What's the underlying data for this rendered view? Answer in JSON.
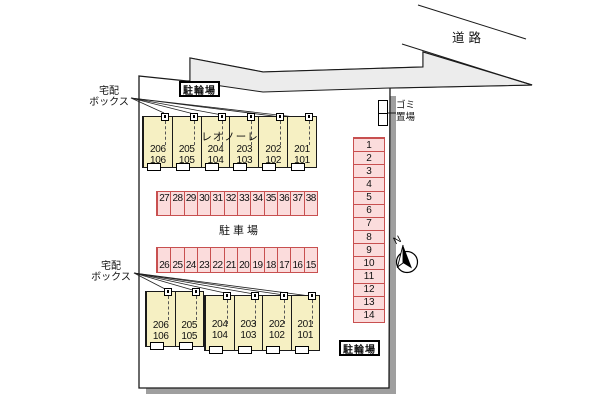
{
  "map": {
    "road_label": "道路",
    "bicycle_parking_top": "駐輪場",
    "bicycle_parking_bottom": "駐輪場",
    "trash_area": {
      "line1": "ゴミ",
      "line2": "置場"
    },
    "delivery_box_top": {
      "line1": "宅配",
      "line2": "ボックス"
    },
    "delivery_box_bottom": {
      "line1": "宅配",
      "line2": "ボックス"
    },
    "building_name": "レオノーレ",
    "parking_area_label": "駐車場",
    "compass": {
      "north": "N"
    },
    "top_building_units": [
      {
        "upper": "206",
        "lower": "106"
      },
      {
        "upper": "205",
        "lower": "105"
      },
      {
        "upper": "204",
        "lower": "104"
      },
      {
        "upper": "203",
        "lower": "103"
      },
      {
        "upper": "202",
        "lower": "102"
      },
      {
        "upper": "201",
        "lower": "101"
      }
    ],
    "bottom_building_units_left": [
      {
        "upper": "206",
        "lower": "106"
      },
      {
        "upper": "205",
        "lower": "105"
      }
    ],
    "bottom_building_units_right": [
      {
        "upper": "204",
        "lower": "104"
      },
      {
        "upper": "203",
        "lower": "103"
      },
      {
        "upper": "202",
        "lower": "102"
      },
      {
        "upper": "201",
        "lower": "101"
      }
    ],
    "parking_row_top": [
      "27",
      "28",
      "29",
      "30",
      "31",
      "32",
      "33",
      "34",
      "35",
      "36",
      "37",
      "38"
    ],
    "parking_row_bottom": [
      "26",
      "25",
      "24",
      "23",
      "22",
      "21",
      "20",
      "19",
      "18",
      "17",
      "16",
      "15"
    ],
    "parking_column_right": [
      "1",
      "2",
      "3",
      "4",
      "5",
      "6",
      "7",
      "8",
      "9",
      "10",
      "11",
      "12",
      "13",
      "14"
    ],
    "colors": {
      "building_fill": "#f6f0c3",
      "parking_fill": "#fbdcdc",
      "parking_border": "#c85050",
      "site_fill": "#ffffff",
      "strip_fill": "#ececec",
      "shadow": "#9f9f9f",
      "line": "#1a1a1a"
    }
  }
}
